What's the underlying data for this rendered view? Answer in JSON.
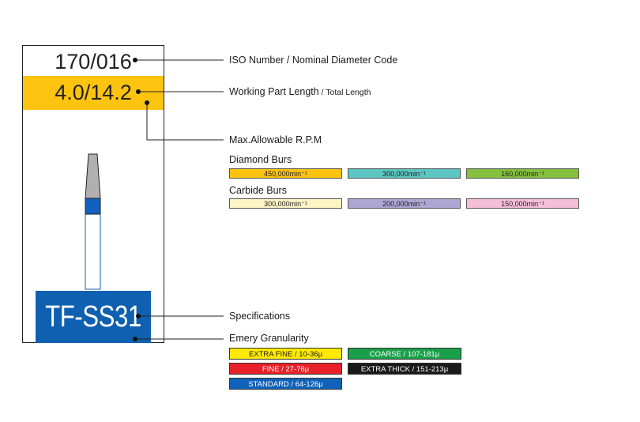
{
  "card": {
    "iso_number": "170/016",
    "length": "4.0/14.2",
    "spec": "TF-SS31",
    "colors": {
      "length_band": "#fcc30f",
      "spec_band": "#0f60b0",
      "bur_head": "#b0b0b0",
      "bur_band": "#1060c0",
      "bur_shank": "#0f60b0"
    }
  },
  "labels": {
    "iso": "ISO Number / Nominal Diameter Code",
    "working_length": "Working Part Length",
    "total_length": " / Total Length",
    "max_rpm": "Max.Allowable R.P.M",
    "specifications": "Specifications",
    "emery": "Emery Granularity"
  },
  "diamond": {
    "title": "Diamond Burs",
    "items": [
      {
        "label": "450,000min⁻¹",
        "color": "#fcc30f"
      },
      {
        "label": "300,000min⁻¹",
        "color": "#5cc6c2"
      },
      {
        "label": "160,000min⁻¹",
        "color": "#85c03f"
      }
    ]
  },
  "carbide": {
    "title": "Carbide Burs",
    "items": [
      {
        "label": "300,000min⁻¹",
        "color": "#fdf5c4"
      },
      {
        "label": "200,000min⁻¹",
        "color": "#aea6d3"
      },
      {
        "label": "150,000min⁻¹",
        "color": "#f5bfd8"
      }
    ]
  },
  "emery": {
    "items": [
      {
        "label": "EXTRA FINE / 10-36μ",
        "bg": "#ffea00",
        "fg": "#1a1a1a"
      },
      {
        "label": "COARSE / 107-181μ",
        "bg": "#1aa04a",
        "fg": "#ffffff"
      },
      {
        "label": "FINE / 27-76μ",
        "bg": "#e8202a",
        "fg": "#ffffff"
      },
      {
        "label": "EXTRA THICK / 151-213μ",
        "bg": "#1a1a1a",
        "fg": "#ffffff"
      },
      {
        "label": "STANDARD / 64-126μ",
        "bg": "#1062b8",
        "fg": "#ffffff"
      }
    ]
  }
}
